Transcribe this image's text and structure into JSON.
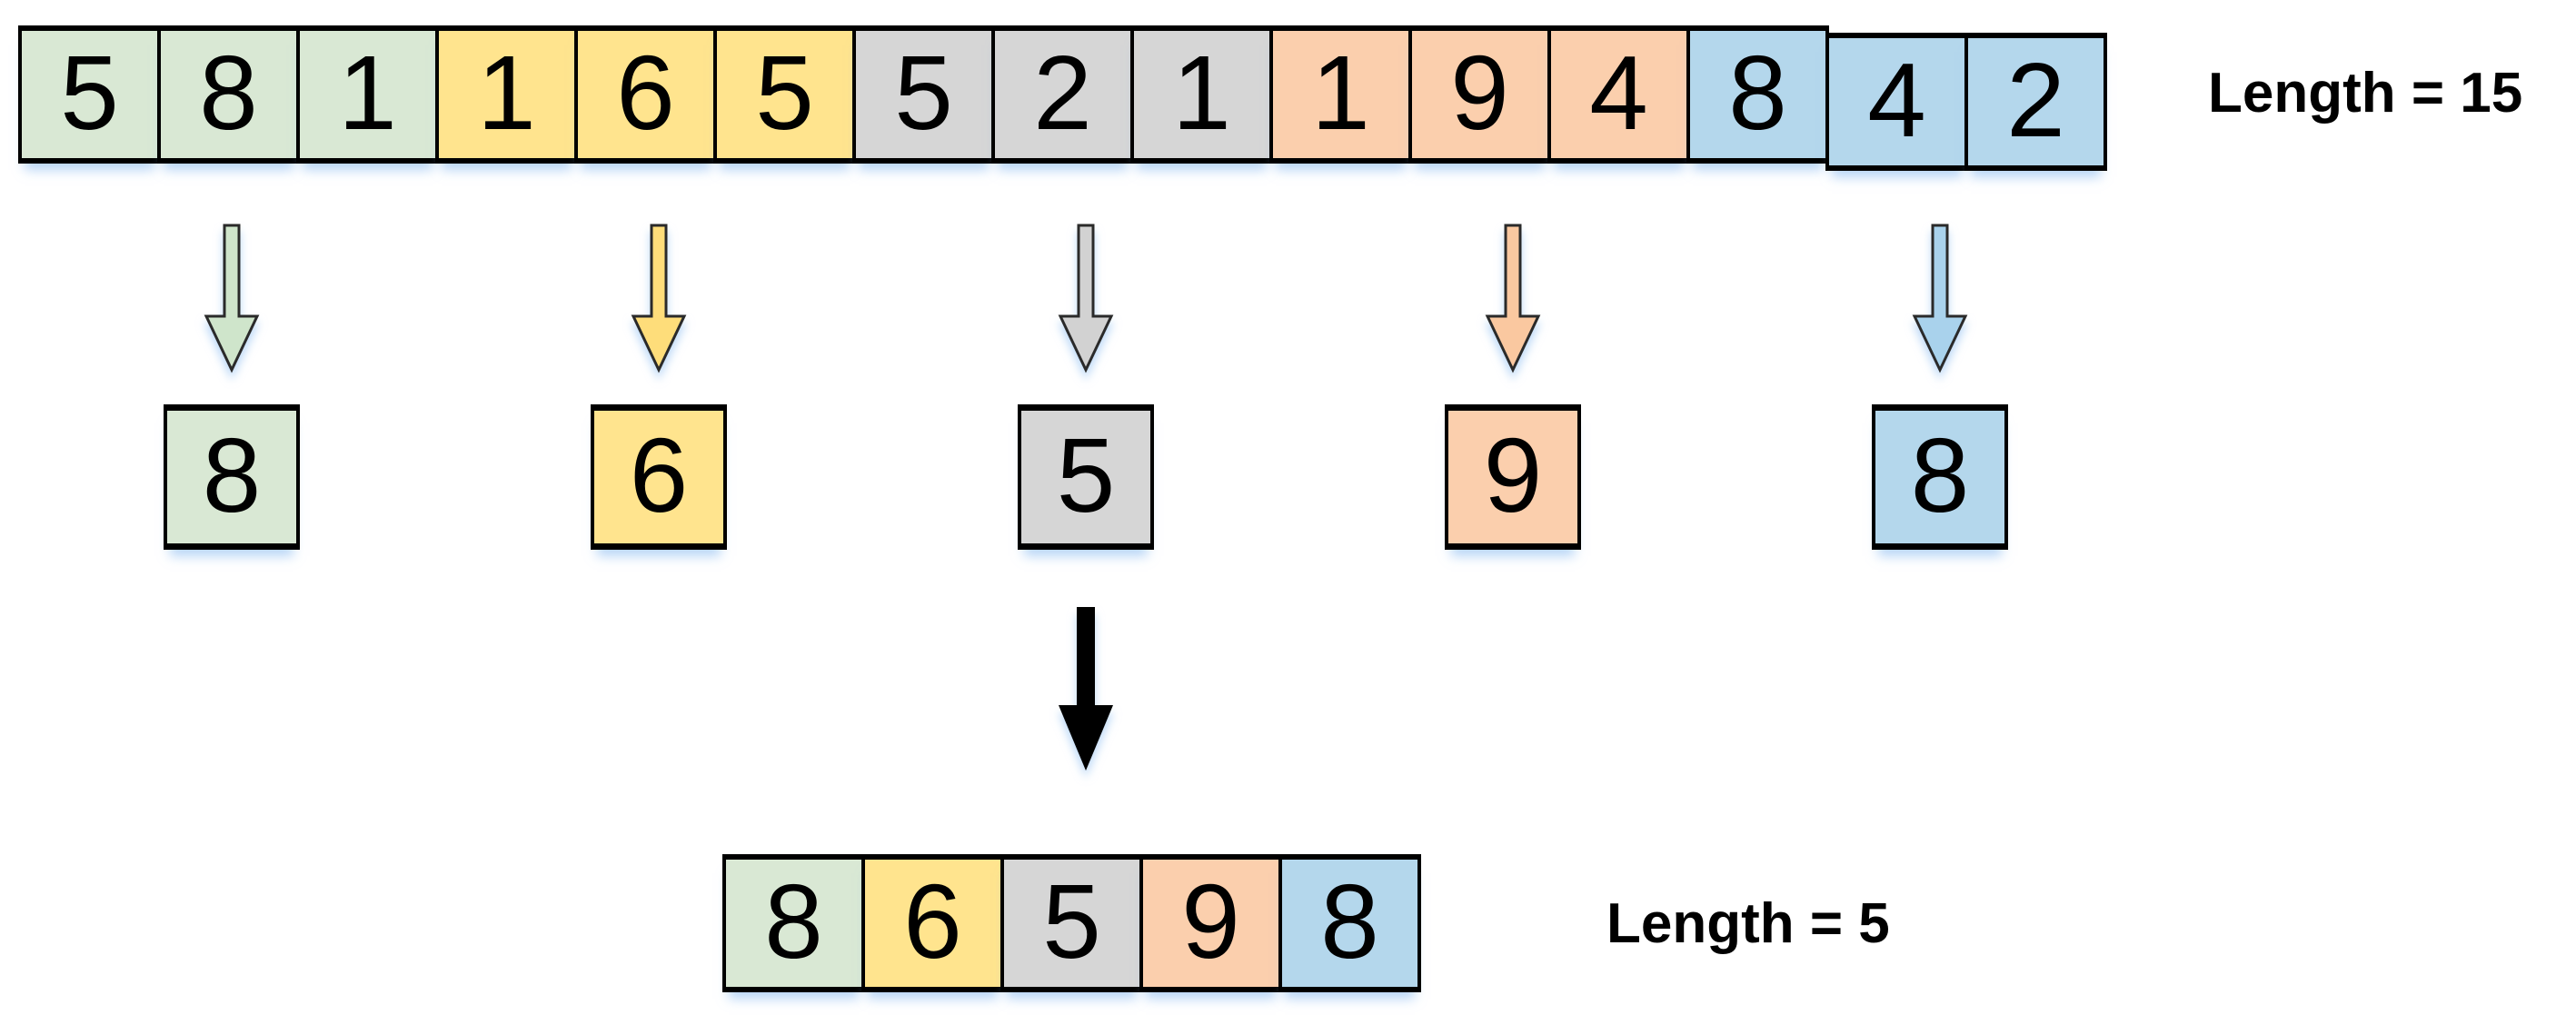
{
  "labels": {
    "top": "Length = 15",
    "bottom": "Length = 5"
  },
  "top_array": {
    "length": 15,
    "values": [
      5,
      8,
      1,
      1,
      6,
      5,
      5,
      2,
      1,
      1,
      9,
      4,
      8,
      4,
      2
    ],
    "groups": [
      {
        "color": "green",
        "values": [
          5,
          8,
          1
        ]
      },
      {
        "color": "yellow",
        "values": [
          1,
          6,
          5
        ]
      },
      {
        "color": "gray",
        "values": [
          5,
          2,
          1
        ]
      },
      {
        "color": "orange",
        "values": [
          1,
          9,
          4
        ]
      },
      {
        "color": "blue",
        "values": [
          8,
          4,
          2
        ]
      }
    ]
  },
  "reduced": {
    "values": [
      8,
      6,
      5,
      9,
      8
    ]
  },
  "bottom_array": {
    "length": 5,
    "values": [
      8,
      6,
      5,
      9,
      8
    ]
  },
  "colors": {
    "green": "#d9e8d4",
    "yellow": "#ffe48e",
    "gray": "#d6d6d6",
    "orange": "#fbcfad",
    "blue": "#b4d7ec",
    "arrow_green": "#cfe5cb",
    "arrow_yellow": "#fedd7a",
    "arrow_gray": "#d2d2d2",
    "arrow_orange": "#fac8a0",
    "arrow_blue": "#a9d2ec",
    "black": "#000000"
  }
}
